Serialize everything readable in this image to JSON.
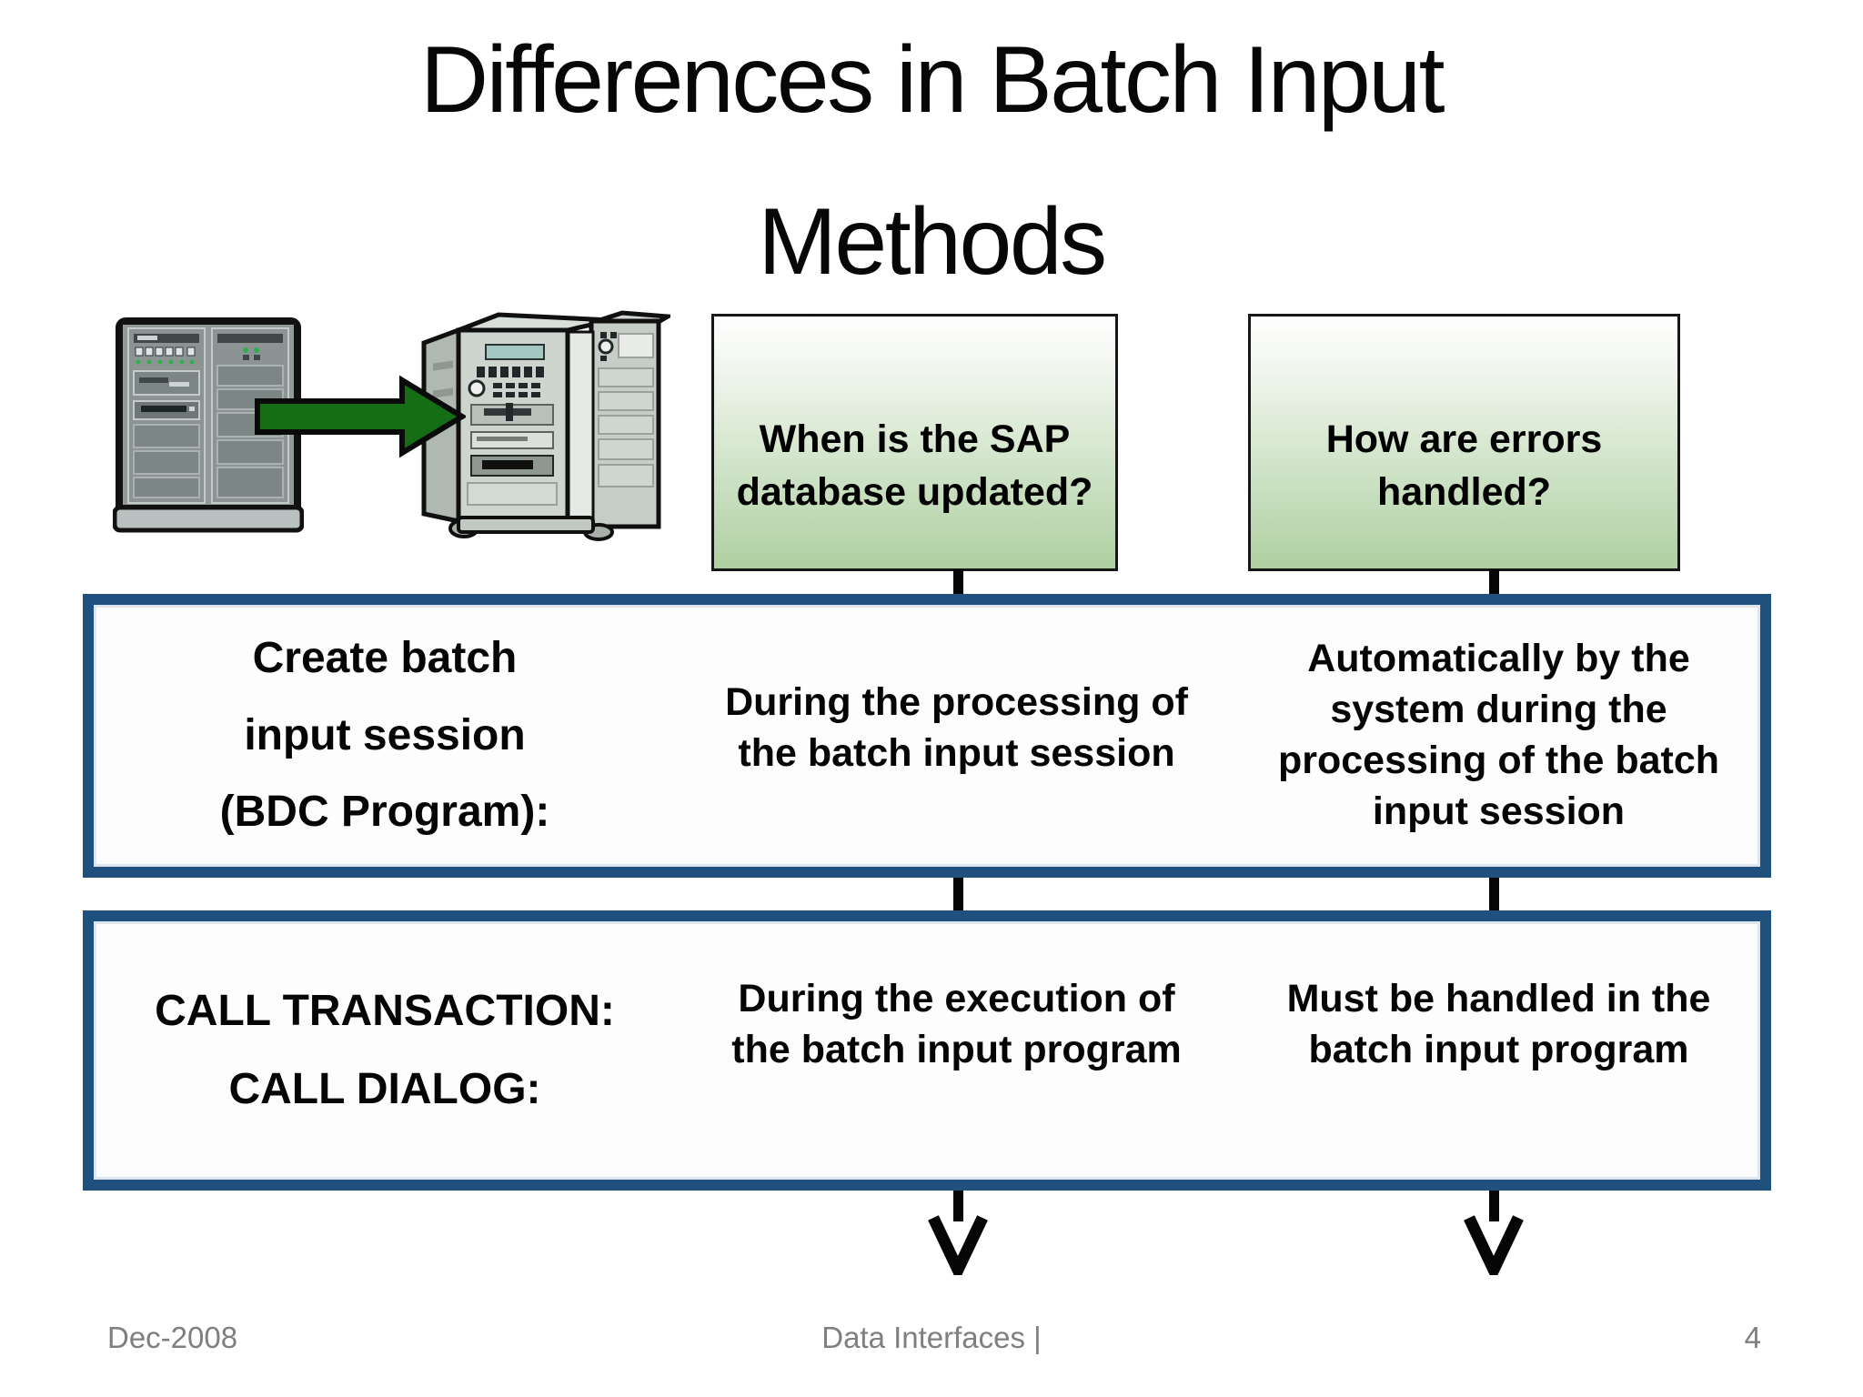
{
  "slide": {
    "title_lines": [
      "Differences in Batch Input",
      "Methods"
    ],
    "footer": {
      "date": "Dec-2008",
      "center": "Data Interfaces  |",
      "page": "4"
    }
  },
  "diagram": {
    "question_boxes": [
      {
        "lines": [
          "When is the SAP",
          "database updated?"
        ]
      },
      {
        "lines": [
          "How are errors",
          "handled?"
        ]
      }
    ],
    "method_rows": [
      {
        "label_lines": [
          "Create batch",
          "input session",
          "(BDC Program):"
        ],
        "db_update_lines": [
          "During the processing of",
          "the batch input session"
        ],
        "error_lines": [
          "Automatically by the",
          "system during the",
          "processing of the batch",
          "input session"
        ]
      },
      {
        "label_lines": [
          "CALL TRANSACTION:",
          "CALL DIALOG:"
        ],
        "db_update_lines": [
          "During the execution of",
          "the batch input program"
        ],
        "error_lines": [
          "Must be handled in the",
          "batch input program"
        ]
      }
    ],
    "icons": [
      "source-server-icon",
      "transfer-arrow-icon",
      "target-server-icon",
      "flow-arrow-down-icon"
    ],
    "colors": {
      "accent_blue_border": "#20507e",
      "question_box_green": "#aed0a1",
      "question_box_border": "#171717",
      "arrow_green": "#156e15",
      "connector_black": "#060606",
      "footer_gray": "#7f7f7f",
      "background": "#ffffff"
    }
  }
}
